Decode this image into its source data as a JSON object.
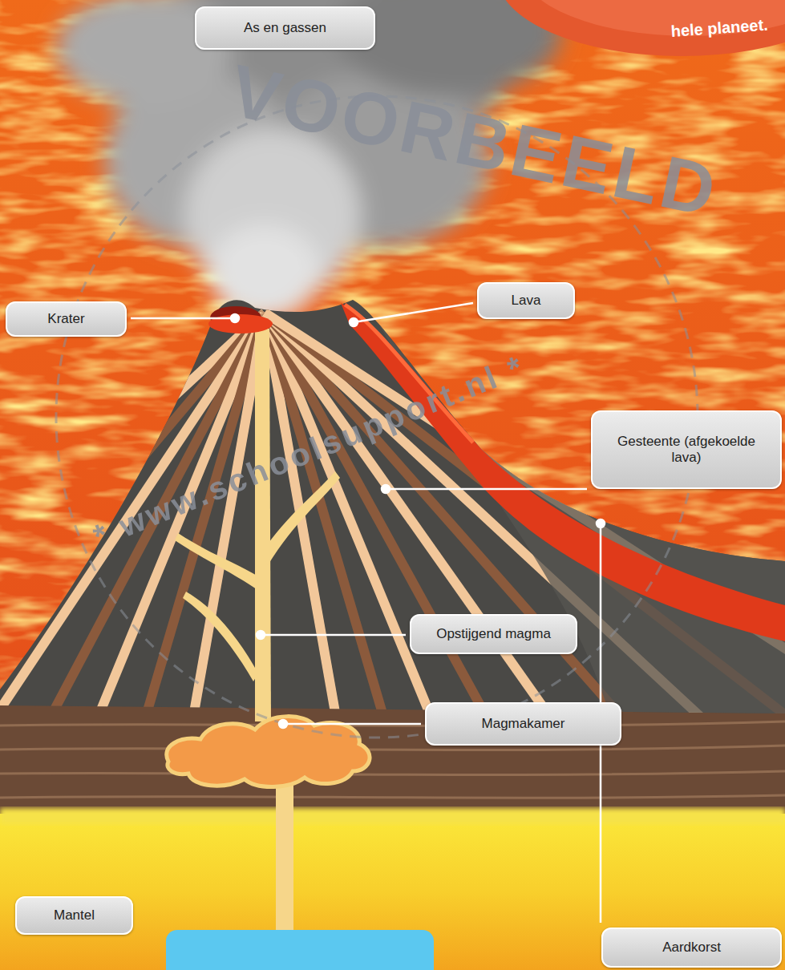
{
  "diagram": {
    "nodes": [
      {
        "text": [
          "As en gassen"
        ]
      },
      {
        "text": [
          "Krater"
        ]
      },
      {
        "text": [
          "Lava"
        ]
      },
      {
        "text": [
          "Gesteente (afgekoelde lava)"
        ]
      },
      {
        "text": [
          "Opstijgend magma"
        ]
      },
      {
        "text": [
          "Magmakamer"
        ]
      },
      {
        "text": [
          "Mantel"
        ]
      },
      {
        "text": [
          "Aardkorst"
        ]
      }
    ],
    "labels": [
      "hele planeet.",
      "VOORBEELD",
      "* www.schoolsupport.nl *"
    ]
  }
}
